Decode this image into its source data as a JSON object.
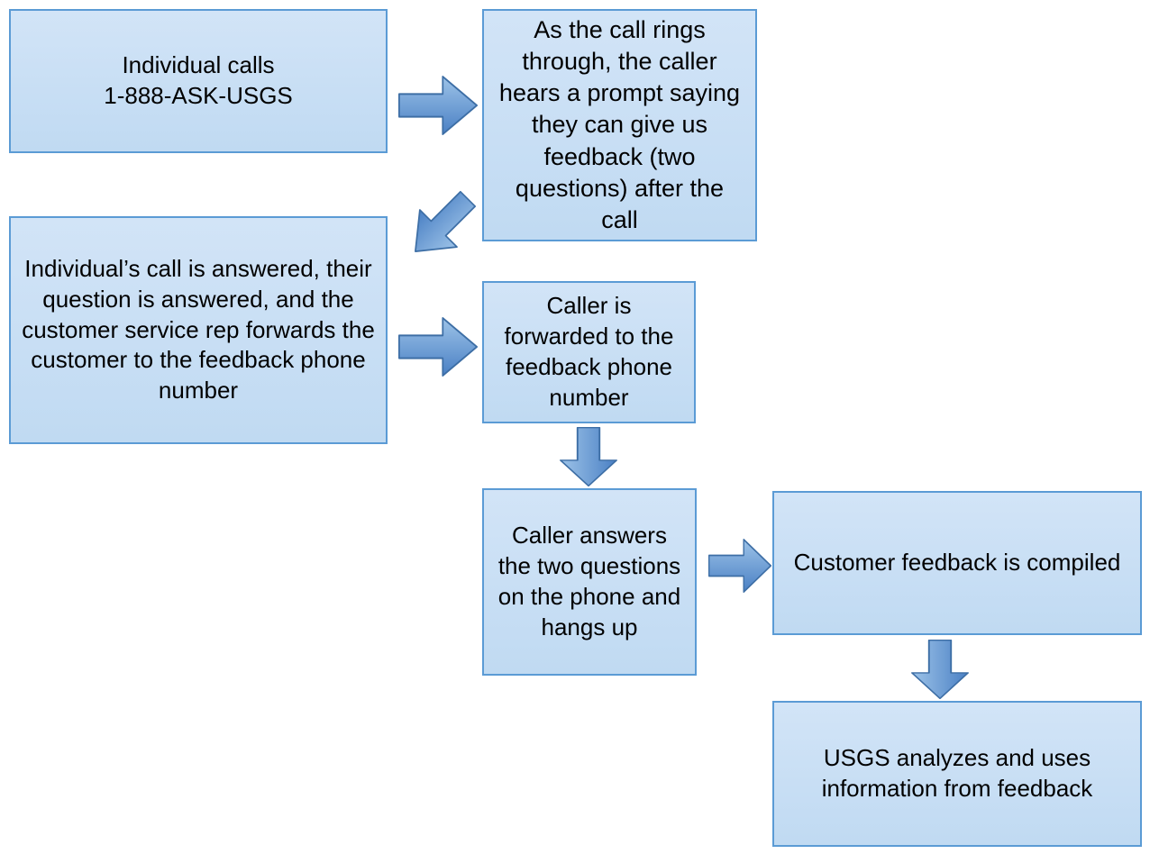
{
  "title": "USGS 1-888-ASK-USGS call feedback process flowchart",
  "diagram": {
    "type": "flowchart",
    "colors": {
      "box_fill_top": "#d2e4f7",
      "box_fill_bottom": "#c0daf2",
      "box_border": "#5b9bd5",
      "arrow_fill_light": "#9dc3e8",
      "arrow_fill_dark": "#4a80c4",
      "arrow_border": "#3d6ea5",
      "text_color": "#000000",
      "background": "#ffffff"
    },
    "nodes": [
      {
        "id": "individual-calls",
        "text": "Individual calls\n1-888-ASK-USGS"
      },
      {
        "id": "call-rings-prompt",
        "text": "As the call rings through, the caller hears a prompt saying they can give us feedback (two questions) after the call"
      },
      {
        "id": "call-answered",
        "text": "Individual’s call is answered, their question is answered, and the customer service rep forwards the customer to the feedback phone number"
      },
      {
        "id": "forwarded-to-feedback",
        "text": "Caller is forwarded to the feedback phone number"
      },
      {
        "id": "answers-questions",
        "text": "Caller answers the two questions on the phone and hangs up"
      },
      {
        "id": "feedback-compiled",
        "text": "Customer feedback is compiled"
      },
      {
        "id": "usgs-analyzes",
        "text": "USGS analyzes and uses information from feedback"
      }
    ],
    "edges": [
      {
        "from": "individual-calls",
        "to": "call-rings-prompt",
        "direction": "right"
      },
      {
        "from": "call-rings-prompt",
        "to": "call-answered",
        "direction": "down-left"
      },
      {
        "from": "call-answered",
        "to": "forwarded-to-feedback",
        "direction": "right"
      },
      {
        "from": "forwarded-to-feedback",
        "to": "answers-questions",
        "direction": "down"
      },
      {
        "from": "answers-questions",
        "to": "feedback-compiled",
        "direction": "right"
      },
      {
        "from": "feedback-compiled",
        "to": "usgs-analyzes",
        "direction": "down"
      }
    ]
  }
}
